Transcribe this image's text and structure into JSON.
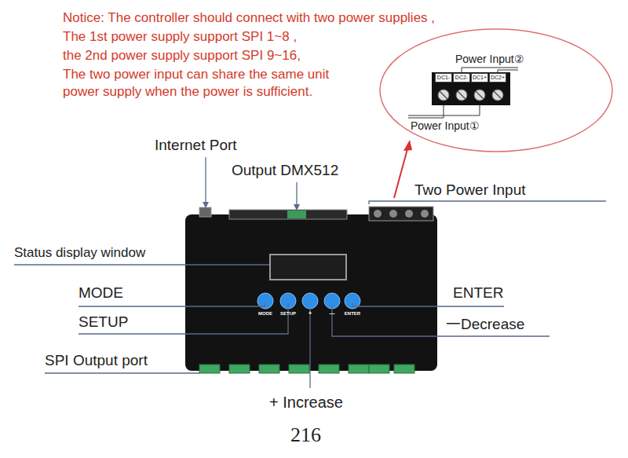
{
  "diagram": {
    "nodes": [
      {
        "text": [
          "DC1-"
        ]
      },
      {
        "text": [
          "DC2-"
        ]
      },
      {
        "text": [
          "DC1+"
        ]
      },
      {
        "text": [
          "DC2+"
        ]
      }
    ],
    "labels": [
      "Notice: The controller should connect with two power supplies ,",
      "The 1st power supply support SPI 1~8 ,",
      "the 2nd power supply support SPI 9~16,",
      "The two power input can share the same unit",
      "power supply when the power is sufficient.",
      "Power Input②",
      "Power Input①",
      "Internet Port",
      "Output DMX512",
      "Two Power Input",
      "Status display window",
      "MODE",
      "SETUP",
      "ENTER",
      "一Decrease",
      "SPI Output port",
      "+ Increase",
      "MODE",
      "SETUP",
      "+",
      "—",
      "ENTER",
      "216"
    ]
  }
}
